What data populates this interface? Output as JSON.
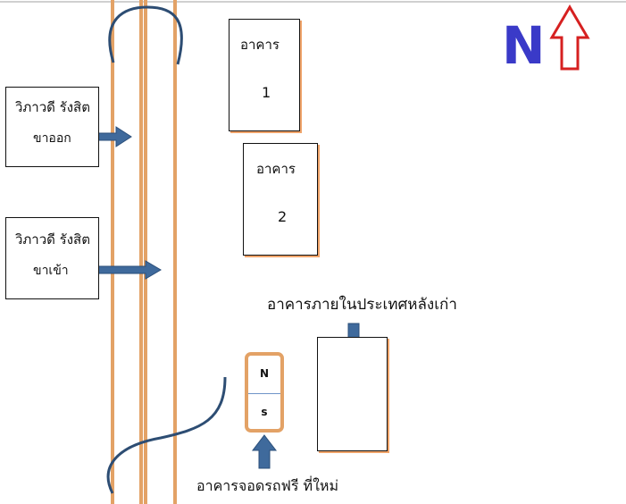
{
  "entrances": {
    "exit": {
      "line1": "วิภาวดี รังสิต",
      "line2": "ขาออก"
    },
    "entry": {
      "line1": "วิภาวดี รังสิต",
      "line2": "ขาเข้า"
    }
  },
  "buildings": {
    "building_1": {
      "label": "อาคาร",
      "number": "1"
    },
    "building_2": {
      "label": "อาคาร",
      "number": "2"
    }
  },
  "domestic_building": {
    "caption": "อาคารภายในประเทศหลังเก่า"
  },
  "parking_building": {
    "caption": "อาคารจอดรถฟรี ที่ใหม่",
    "north_letter": "N",
    "south_letter": "s"
  },
  "compass": {
    "letter": "N",
    "arrow_icon": "north-arrow-icon"
  },
  "colors": {
    "road": "#e3a266",
    "arrow": "#3f6a9c",
    "arrow_outline": "#2b4f7a",
    "curve": "#2d4d73",
    "compass_letter": "#3a3ac8",
    "compass_arrow": "#d62020"
  }
}
